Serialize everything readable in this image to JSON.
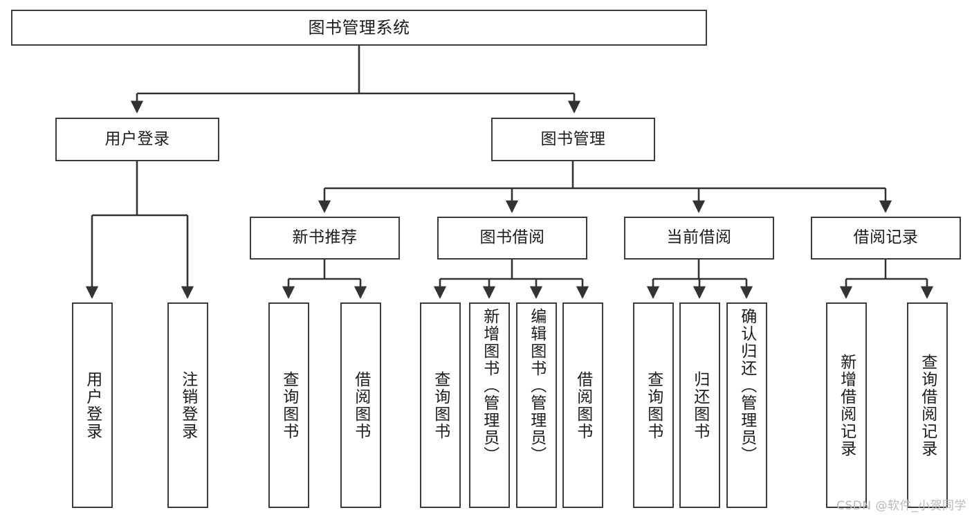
{
  "diagram": {
    "title": "图书管理系统",
    "type": "hierarchy-tree",
    "watermark": "CSDN @软件_小贺同学",
    "levels": [
      {
        "level": 0,
        "nodes": [
          {
            "id": "root",
            "label": "图书管理系统",
            "orientation": "horizontal"
          }
        ]
      },
      {
        "level": 1,
        "nodes": [
          {
            "id": "user-login",
            "label": "用户登录",
            "orientation": "horizontal",
            "parent": "root"
          },
          {
            "id": "book-manage",
            "label": "图书管理",
            "orientation": "horizontal",
            "parent": "root"
          }
        ]
      },
      {
        "level": 2,
        "nodes": [
          {
            "id": "new-book-rec",
            "label": "新书推荐",
            "orientation": "horizontal",
            "parent": "book-manage"
          },
          {
            "id": "book-borrow",
            "label": "图书借阅",
            "orientation": "horizontal",
            "parent": "book-manage"
          },
          {
            "id": "current-borrow",
            "label": "当前借阅",
            "orientation": "horizontal",
            "parent": "book-manage"
          },
          {
            "id": "borrow-record",
            "label": "借阅记录",
            "orientation": "horizontal",
            "parent": "book-manage"
          }
        ]
      },
      {
        "level": 3,
        "nodes": [
          {
            "id": "leaf-user-login",
            "label": "用户登录",
            "orientation": "vertical",
            "parent": "user-login"
          },
          {
            "id": "leaf-user-logout",
            "label": "注销登录",
            "orientation": "vertical",
            "parent": "user-login"
          },
          {
            "id": "leaf-query-book-1",
            "label": "查询图书",
            "orientation": "vertical",
            "parent": "new-book-rec"
          },
          {
            "id": "leaf-borrow-book-1",
            "label": "借阅图书",
            "orientation": "vertical",
            "parent": "new-book-rec"
          },
          {
            "id": "leaf-query-book-2",
            "label": "查询图书",
            "orientation": "vertical",
            "parent": "book-borrow"
          },
          {
            "id": "leaf-add-book",
            "label": "新增图书（管理员）",
            "orientation": "vertical",
            "parent": "book-borrow"
          },
          {
            "id": "leaf-edit-book",
            "label": "编辑图书（管理员）",
            "orientation": "vertical",
            "parent": "book-borrow"
          },
          {
            "id": "leaf-borrow-book-2",
            "label": "借阅图书",
            "orientation": "vertical",
            "parent": "book-borrow"
          },
          {
            "id": "leaf-query-book-3",
            "label": "查询图书",
            "orientation": "vertical",
            "parent": "current-borrow"
          },
          {
            "id": "leaf-return-book",
            "label": "归还图书",
            "orientation": "vertical",
            "parent": "current-borrow"
          },
          {
            "id": "leaf-confirm-return",
            "label": "确认归还（管理员）",
            "orientation": "vertical",
            "parent": "current-borrow"
          },
          {
            "id": "leaf-add-record",
            "label": "新增借阅记录",
            "orientation": "vertical",
            "parent": "borrow-record"
          },
          {
            "id": "leaf-query-record",
            "label": "查询借阅记录",
            "orientation": "vertical",
            "parent": "borrow-record"
          }
        ]
      }
    ],
    "colors": {
      "border": "#3b3b3b",
      "connector": "#333333",
      "background": "#ffffff",
      "text": "#1c1c1c",
      "watermark": "#b9b9b9"
    }
  }
}
